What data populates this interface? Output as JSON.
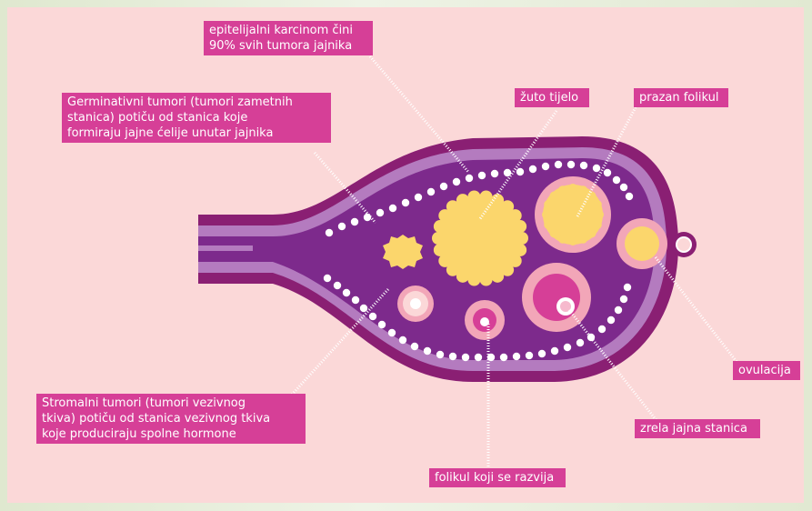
{
  "colors": {
    "background": "#fbd8d8",
    "ovary_outer": "#8a1f73",
    "ovary_band": "#b47bbf",
    "ovary_inner": "#7d2a8c",
    "corpus_yellow": "#fbd66c",
    "follicle_pink": "#f2a6b8",
    "egg_magenta": "#d63f97",
    "label_bg": "#d63f97",
    "label_text": "#ffffff",
    "leader_dots": "#ffffff"
  },
  "labels": {
    "epithelial": "epitelijalni karcinom čini\n90% svih tumora jajnika",
    "germinal": "Germinativni tumori (tumori zametnih\nstanica) potiču od stanica  koje\nformiraju jajne ćelije unutar jajnika",
    "corpus_luteum": "žuto tijelo",
    "empty_follicle": "prazan folikul",
    "ovulation": "ovulacija",
    "stromal": "Stromalni tumori (tumori vezivnog\ntkiva) potiču od stanica vezivnog tkiva\nkoje produciraju spolne hormone",
    "mature_egg": "zrela jajna stanica",
    "developing_follicle": "folikul koji se razvija"
  }
}
